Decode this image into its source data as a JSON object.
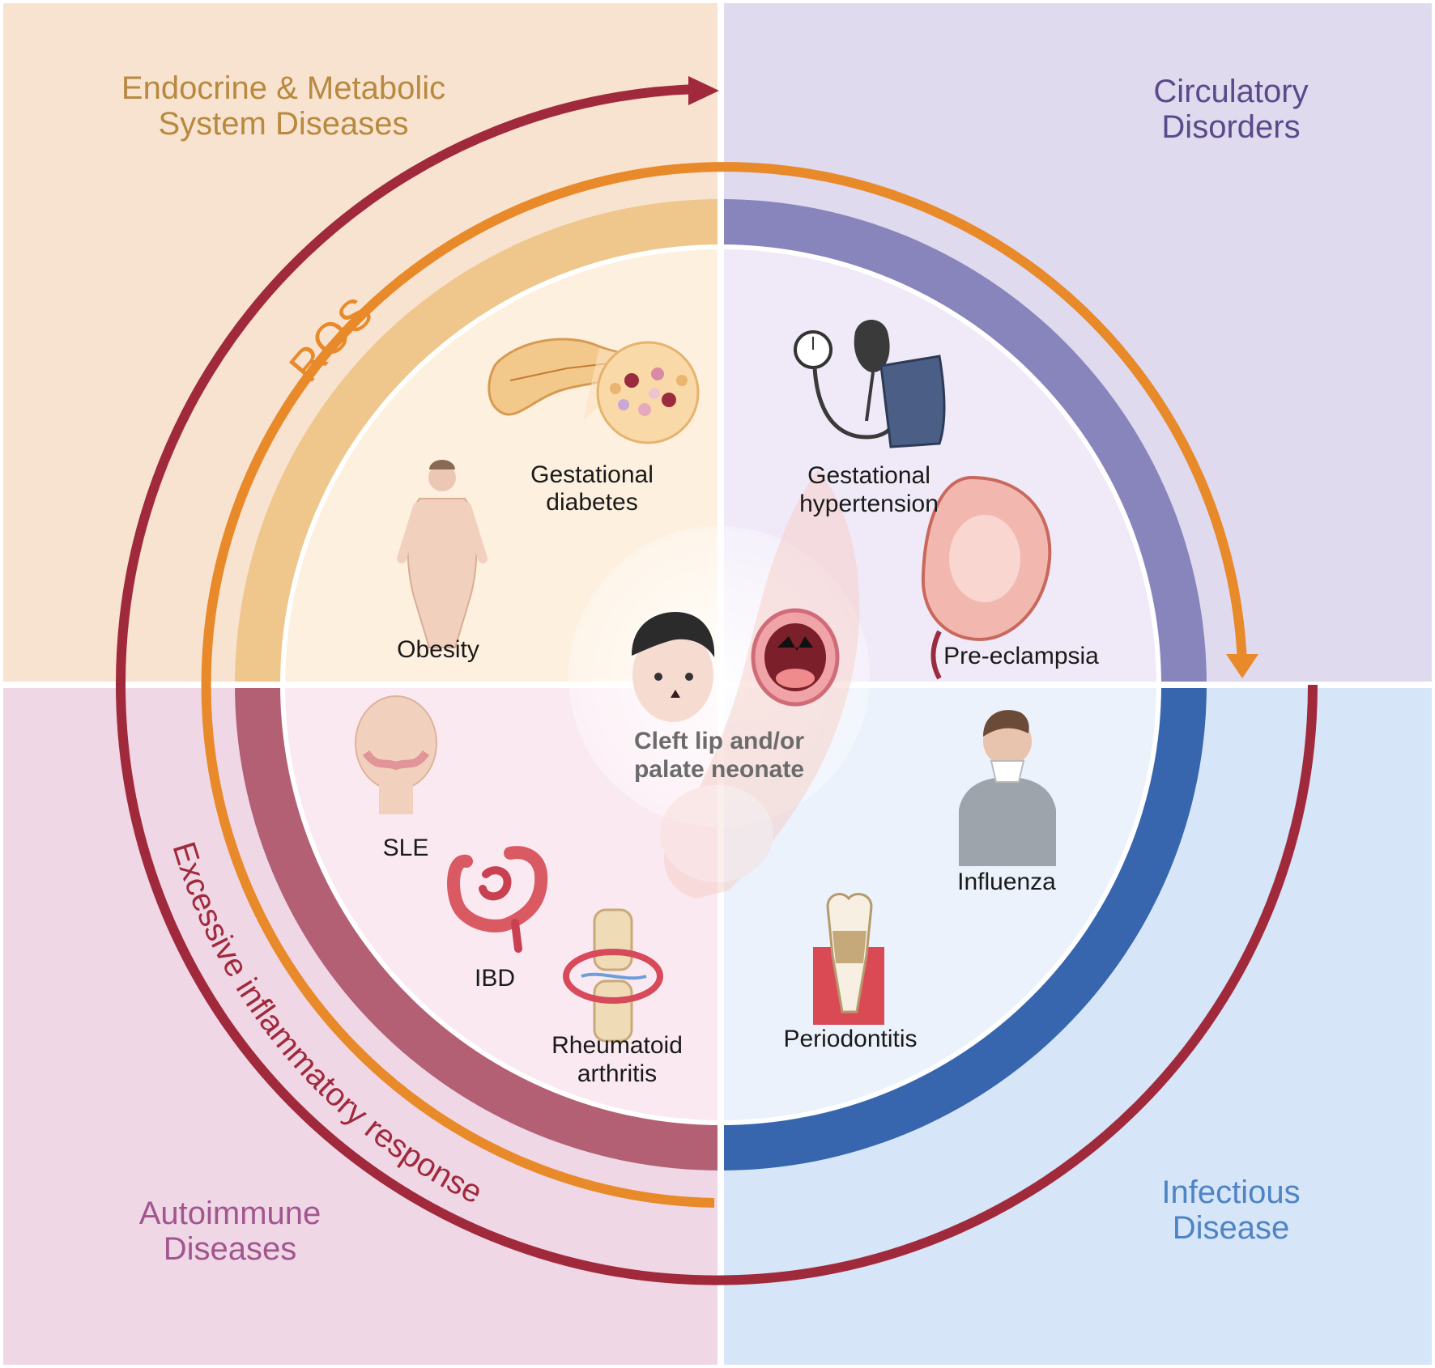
{
  "quadrants": {
    "top_left": {
      "title_line1": "Endocrine & Metabolic",
      "title_line2": "System Diseases",
      "color": "#b8893f"
    },
    "top_right": {
      "title_line1": "Circulatory",
      "title_line2": "Disorders",
      "color": "#5b4a8b"
    },
    "bottom_left": {
      "title_line1": "Autoimmune",
      "title_line2": "Diseases",
      "color": "#a2568f"
    },
    "bottom_right": {
      "title_line1": "Infectious",
      "title_line2": "Disease",
      "color": "#4f84c4"
    }
  },
  "arcs": {
    "ros": {
      "label": "ROS",
      "color": "#e8892a"
    },
    "inflammation": {
      "label": "Excessive inflammatory response",
      "color": "#a02a3c"
    }
  },
  "conditions": {
    "gestational_diabetes": {
      "line1": "Gestational",
      "line2": "diabetes"
    },
    "obesity": {
      "label": "Obesity"
    },
    "gestational_hypertension": {
      "line1": "Gestational",
      "line2": "hypertension"
    },
    "pre_eclampsia": {
      "label": "Pre-eclampsia"
    },
    "sle": {
      "label": "SLE"
    },
    "ibd": {
      "label": "IBD"
    },
    "rheumatoid_arthritis": {
      "line1": "Rheumatoid",
      "line2": "arthritis"
    },
    "influenza": {
      "label": "Influenza"
    },
    "periodontitis": {
      "label": "Periodontitis"
    }
  },
  "center": {
    "line1": "Cleft lip and/or",
    "line2": "palate neonate"
  },
  "colors": {
    "bg_top_left": "#f8e3d0",
    "bg_top_right": "#dfdaee",
    "bg_bottom_left": "#f0d7e6",
    "bg_bottom_right": "#d6e5f7",
    "band_top_left": "#efc78c",
    "band_top_right": "#8885bd",
    "band_bottom_left": "#b35f74",
    "band_bottom_right": "#3766ae"
  }
}
